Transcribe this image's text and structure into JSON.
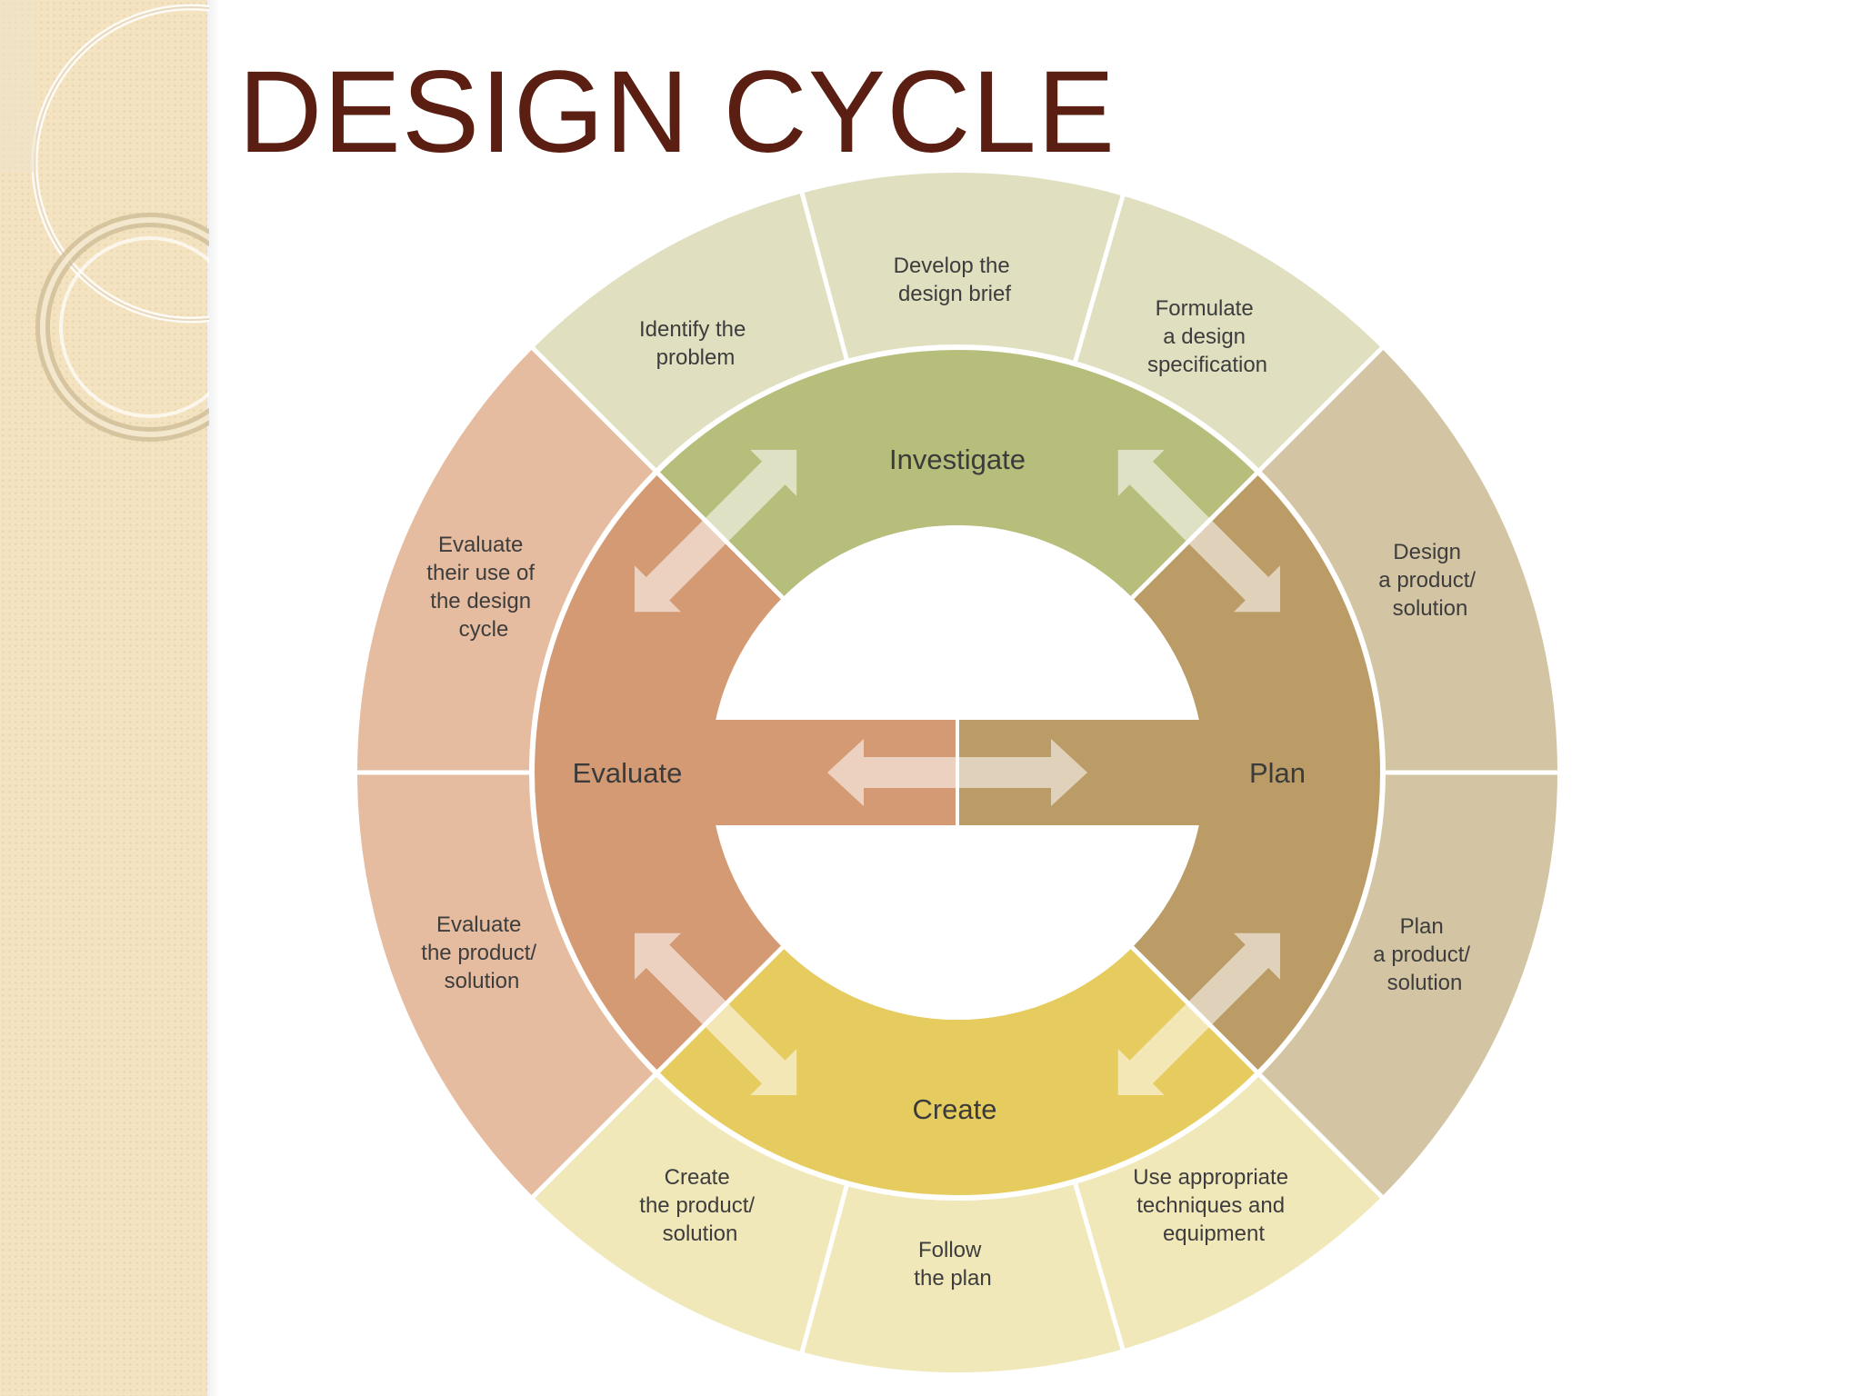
{
  "slide": {
    "title": "DESIGN CYCLE"
  },
  "colors": {
    "title": "#5a1e12",
    "investigate": "#b7bd7a",
    "plan": "#bb9c67",
    "create": "#e6cb5e",
    "evaluate": "#d49a74",
    "investigate_outer": "#e0dfc0",
    "plan_outer": "#d3c4a3",
    "create_outer": "#f1e8ba",
    "evaluate_outer": "#e6bca0"
  },
  "diagram": {
    "phases": {
      "investigate": "Investigate",
      "plan": "Plan",
      "create": "Create",
      "evaluate": "Evaluate"
    },
    "steps": {
      "identify": [
        "Identify the",
        "problem"
      ],
      "develop": [
        "Develop the",
        "design brief"
      ],
      "formulate": [
        "Formulate",
        "a design",
        "specification"
      ],
      "design": [
        "Design",
        "a product/",
        "solution"
      ],
      "plan_product": [
        "Plan",
        "a product/",
        "solution"
      ],
      "use_techniques": [
        "Use appropriate",
        "techniques and",
        "equipment"
      ],
      "follow": [
        "Follow",
        "the plan"
      ],
      "create_product": [
        "Create",
        "the product/",
        "solution"
      ],
      "evaluate_product": [
        "Evaluate",
        "the product/",
        "solution"
      ],
      "evaluate_use": [
        "Evaluate",
        "their use of",
        "the design",
        "cycle"
      ]
    }
  }
}
